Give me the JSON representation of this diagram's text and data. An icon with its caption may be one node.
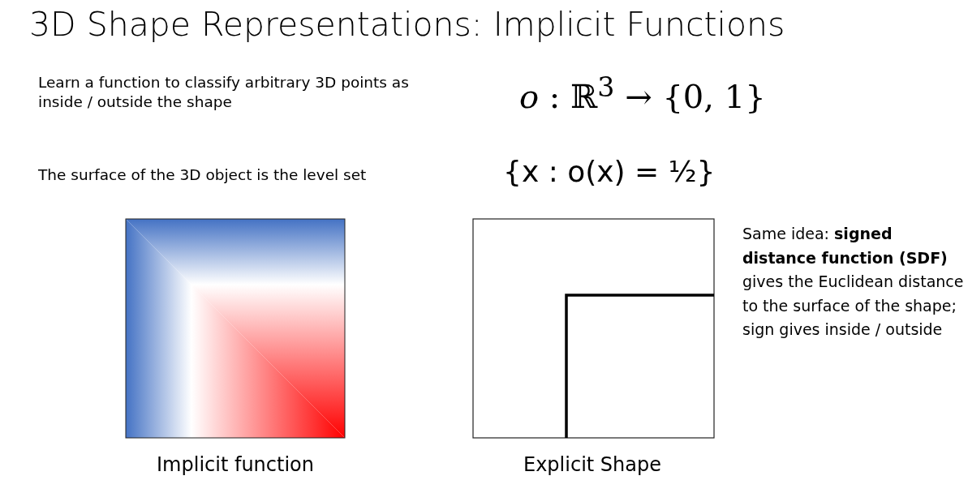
{
  "diagram": {
    "title": "3D Shape Representations: Implicit Functions",
    "labels": [
      "Learn a function to classify arbitrary 3D points as inside / outside the shape",
      "*o* : ℝ$^{3}$ → {0, 1}",
      "The surface of the 3D object is the level set",
      "{x : o(x) = ½}",
      "Same idea: **signed distance function (SDF)** gives the Euclidean distance to the surface of the shape; sign gives inside / outside",
      "Implicit function",
      "Explicit Shape"
    ]
  }
}
